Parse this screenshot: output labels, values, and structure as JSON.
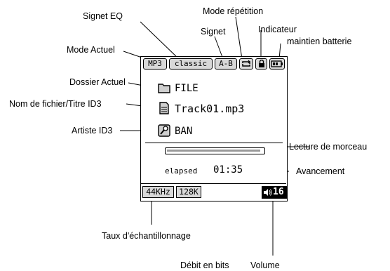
{
  "labels": {
    "signet_eq": "Signet EQ",
    "mode_repetition": "Mode répétition",
    "signet": "Signet",
    "indicateur": "Indicateur",
    "maintien_batterie": "maintien batterie",
    "mode_actuel": "Mode Actuel",
    "dossier_actuel": "Dossier Actuel",
    "nom_fichier": "Nom de fichier/Titre ID3",
    "artiste": "Artiste ID3",
    "lecture_morceau": "Lecture de morceau",
    "avancement": "Avancement",
    "taux": "Taux d'échantillonnage",
    "debit": "Débit en bits",
    "volume": "Volume"
  },
  "screen": {
    "mode": "MP3",
    "eq": "classic",
    "bookmark": "A-B",
    "folder_name": "FILE",
    "track_name": "Track01.mp3",
    "artist_name": "BAN",
    "elapsed_label": "elapsed",
    "elapsed_time": "01:35",
    "sample_rate": "44KHz",
    "bitrate": "128K",
    "volume": "16",
    "progress_fraction": 0.97
  },
  "colors": {
    "line": "#000000",
    "shade": "#d8d8d8",
    "progress_fill": "#9a9a9a"
  },
  "icons": [
    "repeat-icon",
    "lock-icon",
    "battery-icon",
    "folder-icon",
    "file-icon",
    "microphone-icon",
    "speaker-icon"
  ]
}
